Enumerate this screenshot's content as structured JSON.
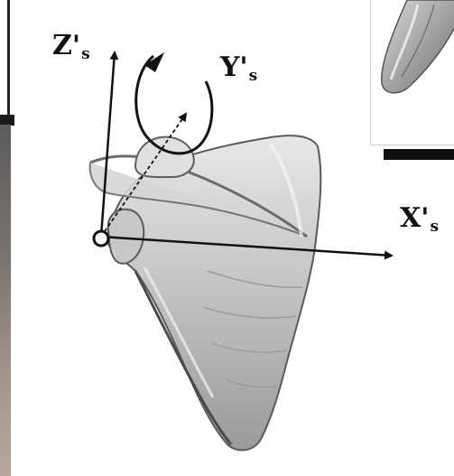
{
  "axes": {
    "z": {
      "label": "Z'",
      "subscript": "s"
    },
    "y": {
      "label": "Y'",
      "subscript": "s"
    },
    "x": {
      "label": "X'",
      "subscript": "s"
    }
  },
  "colors": {
    "bone_light": "#e6e6e6",
    "bone_mid": "#bdbdbd",
    "bone_dark": "#7a7a7a",
    "ink": "#111111"
  },
  "icons": {
    "rotation": "rotation-arrow-icon",
    "origin": "origin-marker-icon"
  }
}
